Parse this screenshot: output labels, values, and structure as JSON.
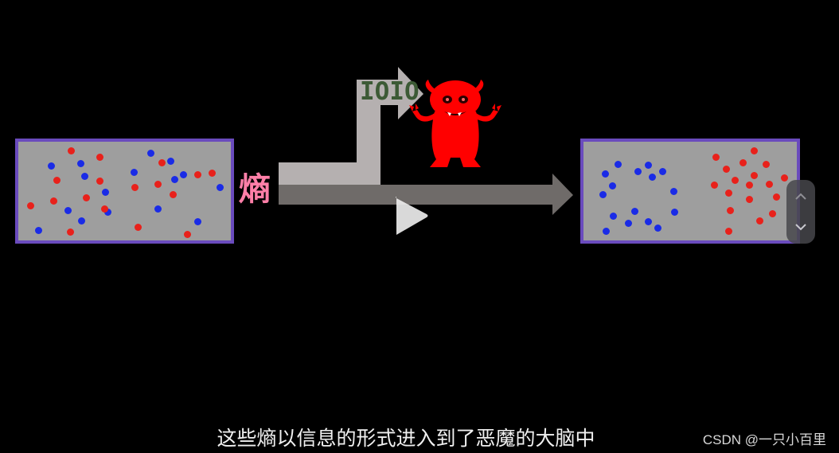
{
  "diagram": {
    "entropy_char": "熵",
    "bits_text": "IOIO"
  },
  "player": {
    "subtitle": "这些熵以信息的形式进入到了恶魔的大脑中",
    "scroll_up_icon": "chevron-up-icon",
    "scroll_down_icon": "chevron-down-icon"
  },
  "watermark": "CSDN @一只小百里",
  "colors": {
    "background": "#000000",
    "box_fill": "#9e9e9e",
    "box_border": "#6a4bbd",
    "red_particle": "#e8211b",
    "blue_particle": "#1a2be6",
    "demon": "#ff0000",
    "entropy_text": "#ff7fa8",
    "bits_text": "#3c5a35"
  }
}
